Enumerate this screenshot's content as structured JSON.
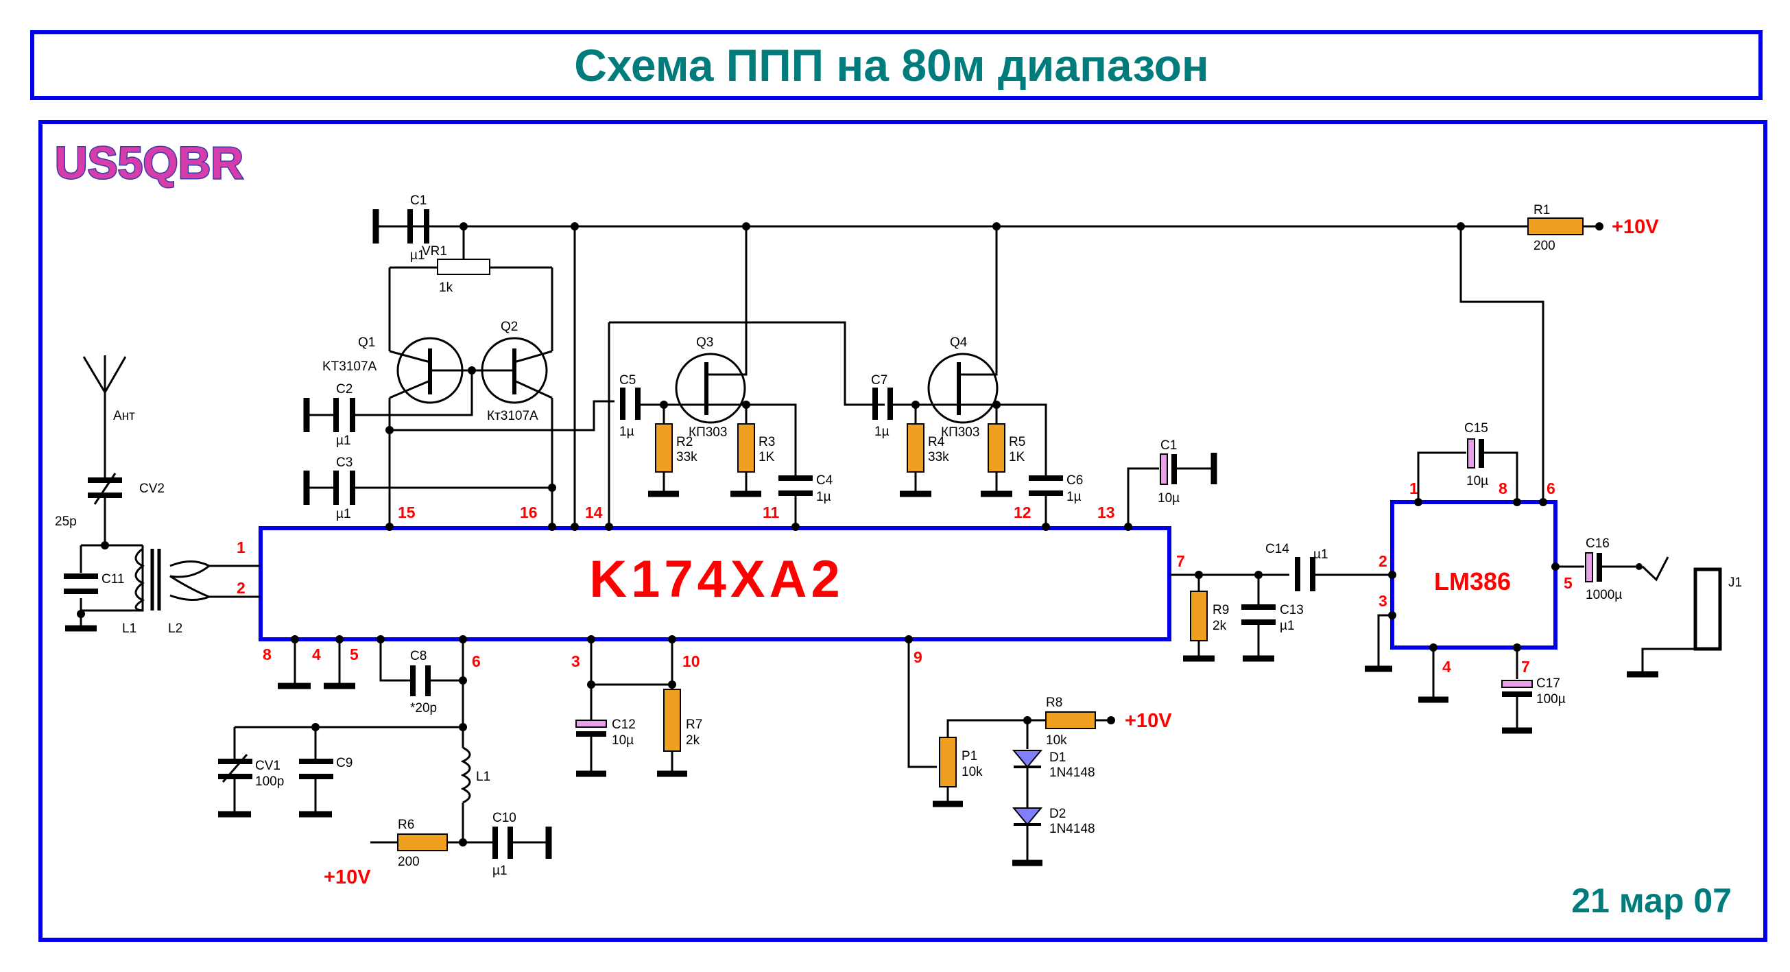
{
  "title": "Схема ППП на 80м диапазон",
  "logo": "US5QBR",
  "date": "21 мар 07",
  "ic_main": {
    "label": "K174XA2",
    "pins": [
      "1",
      "2",
      "15",
      "16",
      "14",
      "11",
      "12",
      "13",
      "7",
      "8",
      "4",
      "5",
      "6",
      "3",
      "10",
      "9"
    ]
  },
  "ic_amp": {
    "label": "LM386",
    "pins": [
      "1",
      "8",
      "6",
      "2",
      "3",
      "4",
      "5",
      "7"
    ]
  },
  "power_labels": [
    "+10V",
    "+10V",
    "+10V"
  ],
  "labels": {
    "C1": "C1",
    "C1_v": "µ1",
    "VR1": "VR1",
    "VR1_v": "1k",
    "Q1": "Q1",
    "Q1_v": "KT3107A",
    "Q2": "Q2",
    "Q2_v": "Кт3107А",
    "Q3": "Q3",
    "Q3_v": "КП303",
    "Q4": "Q4",
    "Q4_v": "КП303",
    "C2": "C2",
    "C2_v": "µ1",
    "C3": "C3",
    "C3_v": "µ1",
    "C5": "C5",
    "C5_v": "1µ",
    "C7": "C7",
    "C7_v": "1µ",
    "R2": "R2",
    "R2_v": "33k",
    "R3": "R3",
    "R3_v": "1K",
    "R4": "R4",
    "R4_v": "33k",
    "R5": "R5",
    "R5_v": "1K",
    "C4": "C4",
    "C4_v": "1µ",
    "C6": "C6",
    "C6_v": "1µ",
    "C1b": "C1",
    "C1b_v": "10µ",
    "R1": "R1",
    "R1_v": "200",
    "C15": "C15",
    "C15_v": "10µ",
    "C14": "C14",
    "C14_v": "µ1",
    "C16": "C16",
    "C16_v": "1000µ",
    "J1": "J1",
    "R9": "R9",
    "R9_v": "2k",
    "C13": "C13",
    "C13_v": "µ1",
    "C17": "C17",
    "C17_v": "100µ",
    "Ant": "Ант",
    "CV2": "CV2",
    "CV2_v": "25p",
    "C11": "C11",
    "L1a": "L1",
    "L2": "L2",
    "C8": "C8",
    "C8_v": "*20p",
    "CV1": "CV1",
    "CV1_v": "100p",
    "C9": "C9",
    "L1b": "L1",
    "R6": "R6",
    "R6_v": "200",
    "C10": "C10",
    "C10_v": "µ1",
    "C12": "C12",
    "C12_v": "10µ",
    "R7": "R7",
    "R7_v": "2k",
    "P1": "P1",
    "P1_v": "10k",
    "R8": "R8",
    "R8_v": "10k",
    "D1": "D1",
    "D1_v": "1N4148",
    "D2": "D2",
    "D2_v": "1N4148"
  },
  "colors": {
    "frame": "#0000ee",
    "title": "#007c7c",
    "accent": "#ff0000",
    "resistor": "#f0a020",
    "electrolytic": "#e8a0e8",
    "diode": "#8080ff"
  }
}
